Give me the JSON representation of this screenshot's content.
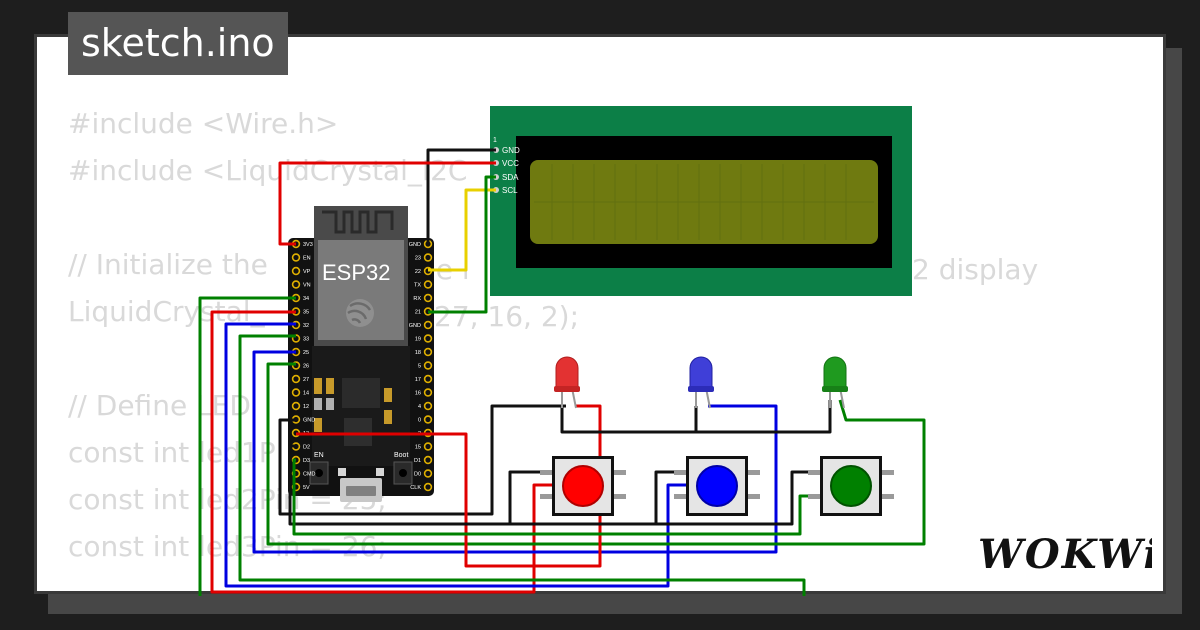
{
  "file_tab": {
    "label": "sketch.ino"
  },
  "code_lines": [
    "#include <Wire.h>",
    "#include <LiquidCrystal_I2C",
    "",
    "// Initialize the",
    "LiquidCrystal_",
    "",
    "// Define LED",
    "const int led1P",
    "const int led2Pin = 25;",
    "const int led3Pin = 26;"
  ],
  "code_fragments": {
    "lcd_comment_tail": "he l",
    "display_tail": "2 display",
    "ctor_tail": "27, 16, 2);"
  },
  "esp32": {
    "label": "ESP32",
    "en_label": "EN",
    "boot_label": "Boot",
    "pins_left": [
      "3V3",
      "EN",
      "VP",
      "VN",
      "34",
      "35",
      "32",
      "33",
      "25",
      "26",
      "27",
      "14",
      "12",
      "GND",
      "13",
      "D2",
      "D3",
      "CMD",
      "5V"
    ],
    "pins_right": [
      "GND",
      "23",
      "22",
      "TX",
      "RX",
      "21",
      "GND",
      "19",
      "18",
      "5",
      "17",
      "16",
      "4",
      "0",
      "2",
      "15",
      "D1",
      "D0",
      "CLK"
    ]
  },
  "lcd": {
    "pin_index": "1",
    "pins": [
      "GND",
      "VCC",
      "SDA",
      "SCL"
    ],
    "bg_color": "#0c7f47",
    "screen_color": "#6f7a10"
  },
  "leds": [
    {
      "name": "red",
      "color": "#e33232"
    },
    {
      "name": "blue",
      "color": "#3f3fd8"
    },
    {
      "name": "green",
      "color": "#1f9a1f"
    }
  ],
  "buttons": [
    {
      "name": "red",
      "color": "#ff0000"
    },
    {
      "name": "blue",
      "color": "#0000ff"
    },
    {
      "name": "green",
      "color": "#008000"
    }
  ],
  "brand": {
    "logo_text": "WOKWi",
    "color": "#111111"
  }
}
